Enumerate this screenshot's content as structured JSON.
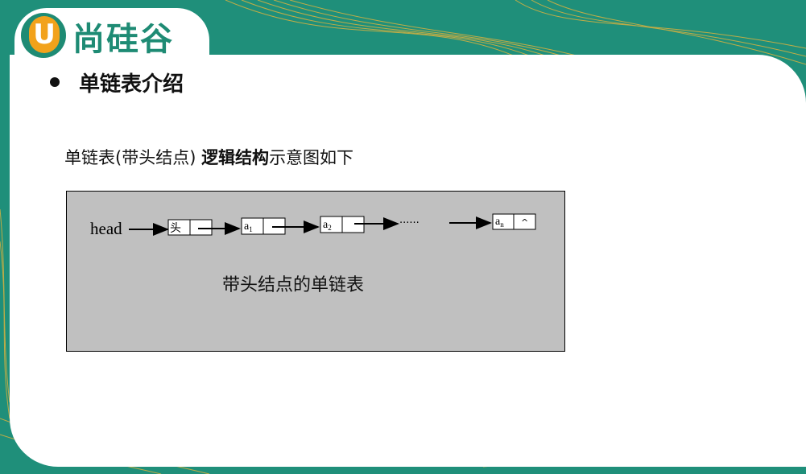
{
  "logo": {
    "letter": "U",
    "name": "尚硅谷"
  },
  "heading": "单链表介绍",
  "subtitle": {
    "part1": "单链表(带头结点) ",
    "bold": "逻辑结构",
    "part2": "示意图如下"
  },
  "diagram": {
    "head_label": "head",
    "nodes": [
      {
        "label": "头",
        "sub": ""
      },
      {
        "label": "a",
        "sub": "1"
      },
      {
        "label": "a",
        "sub": "2"
      },
      {
        "label": "a",
        "sub": "n"
      }
    ],
    "ellipsis": "······",
    "null_mark": "^",
    "caption": "带头结点的单链表"
  },
  "colors": {
    "teal": "#1f8f7a",
    "orange": "#f2a21b",
    "box_fill": "#c0c0c0"
  }
}
